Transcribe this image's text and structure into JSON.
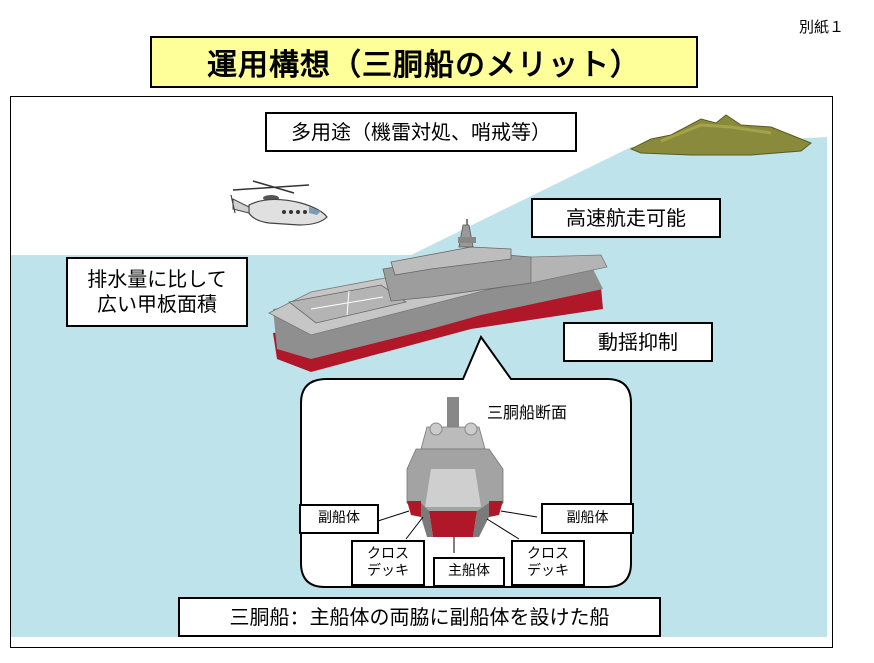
{
  "corner_tag": "別紙１",
  "title": "運用構想（三胴船のメリット）",
  "labels": {
    "multipurpose": "多用途（機雷対処、哨戒等）",
    "high_speed": "高速航走可能",
    "deck_area_line1": "排水量に比して",
    "deck_area_line2": "広い甲板面積",
    "roll_control": "動揺抑制"
  },
  "cross_section": {
    "title": "三胴船断面",
    "side_hull_left": "副船体",
    "side_hull_right": "副船体",
    "cross_deck_left_line1": "クロス",
    "cross_deck_left_line2": "デッキ",
    "main_hull": "主船体",
    "cross_deck_right_line1": "クロス",
    "cross_deck_right_line2": "デッキ"
  },
  "caption": "三胴船：主船体の両脇に副船体を設けた船",
  "colors": {
    "sea": "#bfe3ea",
    "title_bg": "#ffff99",
    "hull_red": "#b0182a",
    "ship_gray": "#a9a9a9",
    "island_green": "#8a8a3c"
  }
}
